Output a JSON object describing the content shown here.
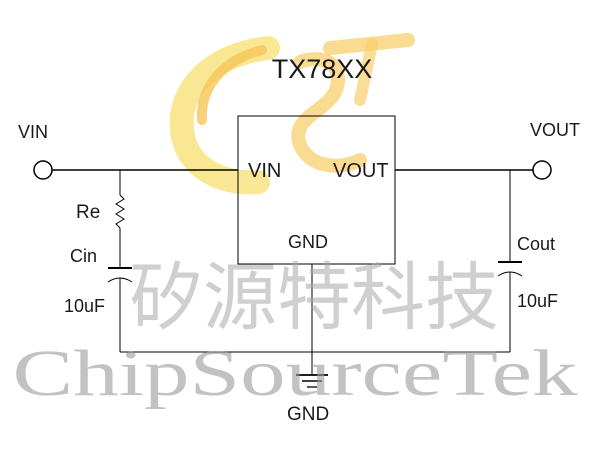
{
  "diagram": {
    "chip_name": "TX78XX",
    "labels": {
      "vin_terminal": "VIN",
      "vout_terminal": "VOUT",
      "pin_vin": "VIN",
      "pin_vout": "VOUT",
      "pin_gnd": "GND",
      "ground": "GND",
      "resistor": "Re",
      "cin_name": "Cin",
      "cin_value": "10uF",
      "cout_name": "Cout",
      "cout_value": "10uF"
    },
    "watermark": {
      "chinese": "矽源特科技",
      "english": "ChipSourceTek"
    },
    "colors": {
      "logo_orange": "#f6b830",
      "logo_yellow": "#f9e27a",
      "line": "#000000",
      "watermark": "#a9a9a9"
    }
  }
}
